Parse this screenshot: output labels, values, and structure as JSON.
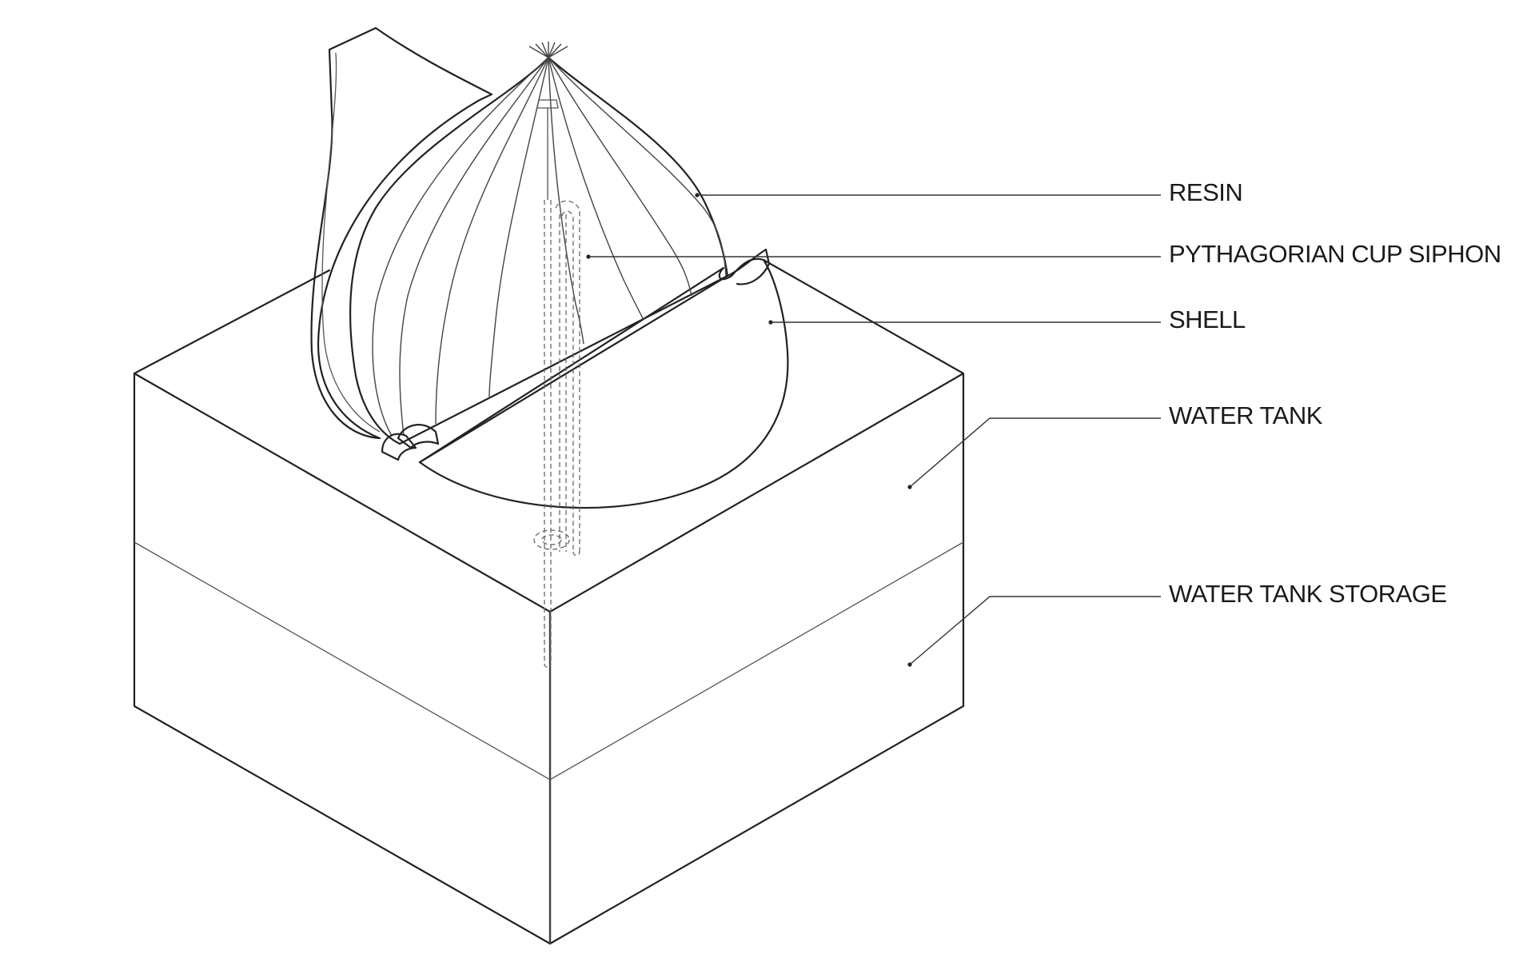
{
  "labels": {
    "resin": "RESIN",
    "siphon": "PYTHAGORIAN CUP SIPHON",
    "shell": "SHELL",
    "water_tank": "WATER TANK",
    "water_tank_storage": "WATER TANK STORAGE"
  }
}
